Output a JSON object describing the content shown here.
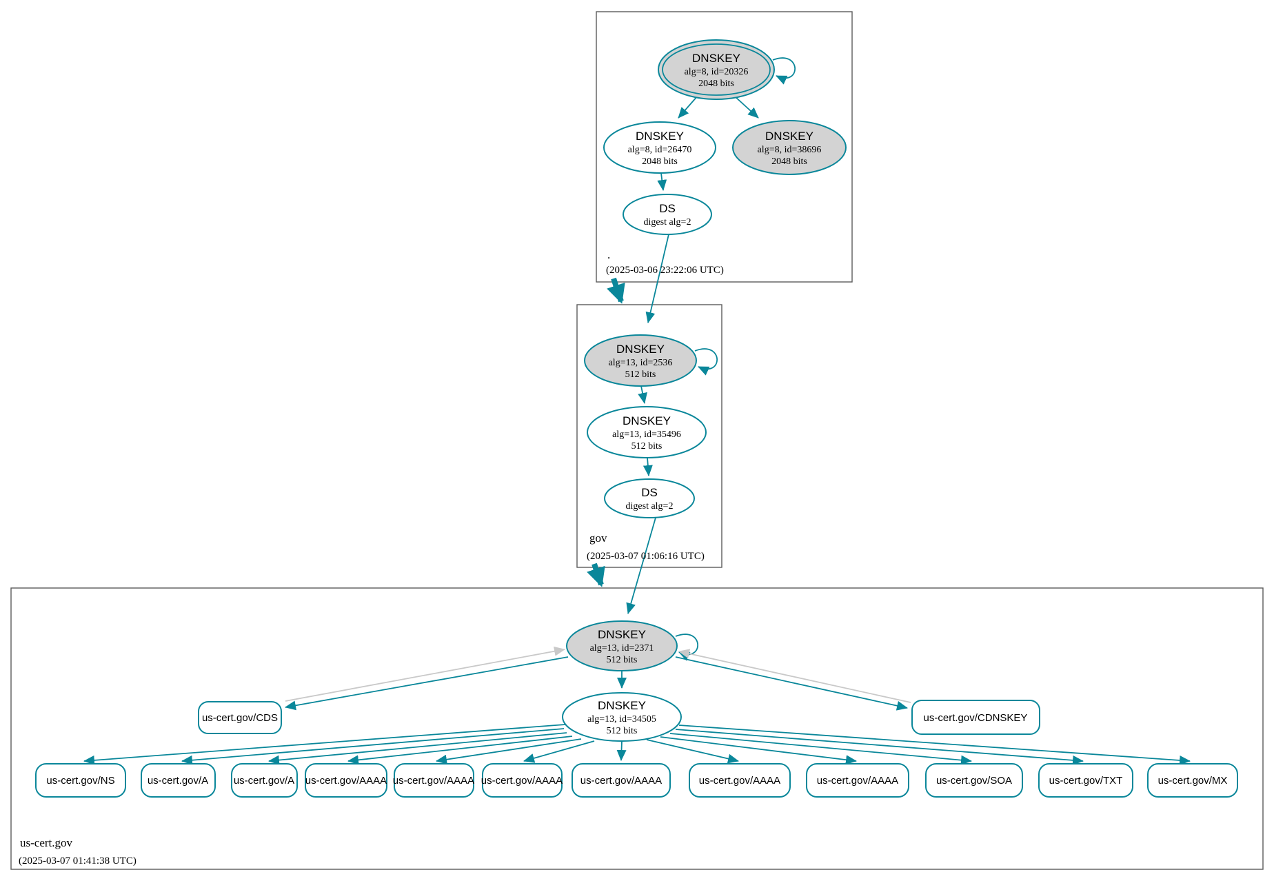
{
  "colors": {
    "teal": "#0a879a",
    "node_fill_gray": "#d3d3d3",
    "node_fill_white": "#ffffff",
    "edge_gray": "#c9c9c9",
    "zone_border": "#5b5b5b"
  },
  "zones": [
    {
      "label": ".",
      "timestamp": "(2025-03-06 23:22:06 UTC)",
      "nodes": {
        "ksk": {
          "type": "DNSKEY",
          "alg_id": "alg=8, id=20326",
          "bits": "2048 bits"
        },
        "zsk": {
          "type": "DNSKEY",
          "alg_id": "alg=8, id=26470",
          "bits": "2048 bits"
        },
        "extra": {
          "type": "DNSKEY",
          "alg_id": "alg=8, id=38696",
          "bits": "2048 bits"
        },
        "ds": {
          "type": "DS",
          "detail": "digest alg=2"
        }
      }
    },
    {
      "label": "gov",
      "timestamp": "(2025-03-07 01:06:16 UTC)",
      "nodes": {
        "ksk": {
          "type": "DNSKEY",
          "alg_id": "alg=13, id=2536",
          "bits": "512 bits"
        },
        "zsk": {
          "type": "DNSKEY",
          "alg_id": "alg=13, id=35496",
          "bits": "512 bits"
        },
        "ds": {
          "type": "DS",
          "detail": "digest alg=2"
        }
      }
    },
    {
      "label": "us-cert.gov",
      "timestamp": "(2025-03-07 01:41:38 UTC)",
      "nodes": {
        "ksk": {
          "type": "DNSKEY",
          "alg_id": "alg=13, id=2371",
          "bits": "512 bits"
        },
        "zsk": {
          "type": "DNSKEY",
          "alg_id": "alg=13, id=34505",
          "bits": "512 bits"
        },
        "cds": {
          "label": "us-cert.gov/CDS"
        },
        "cdnskey": {
          "label": "us-cert.gov/CDNSKEY"
        }
      },
      "rrsets": [
        {
          "label": "us-cert.gov/NS"
        },
        {
          "label": "us-cert.gov/A"
        },
        {
          "label": "us-cert.gov/A"
        },
        {
          "label": "us-cert.gov/AAAA"
        },
        {
          "label": "us-cert.gov/AAAA"
        },
        {
          "label": "us-cert.gov/AAAA"
        },
        {
          "label": "us-cert.gov/AAAA"
        },
        {
          "label": "us-cert.gov/AAAA"
        },
        {
          "label": "us-cert.gov/AAAA"
        },
        {
          "label": "us-cert.gov/SOA"
        },
        {
          "label": "us-cert.gov/TXT"
        },
        {
          "label": "us-cert.gov/MX"
        }
      ]
    }
  ]
}
